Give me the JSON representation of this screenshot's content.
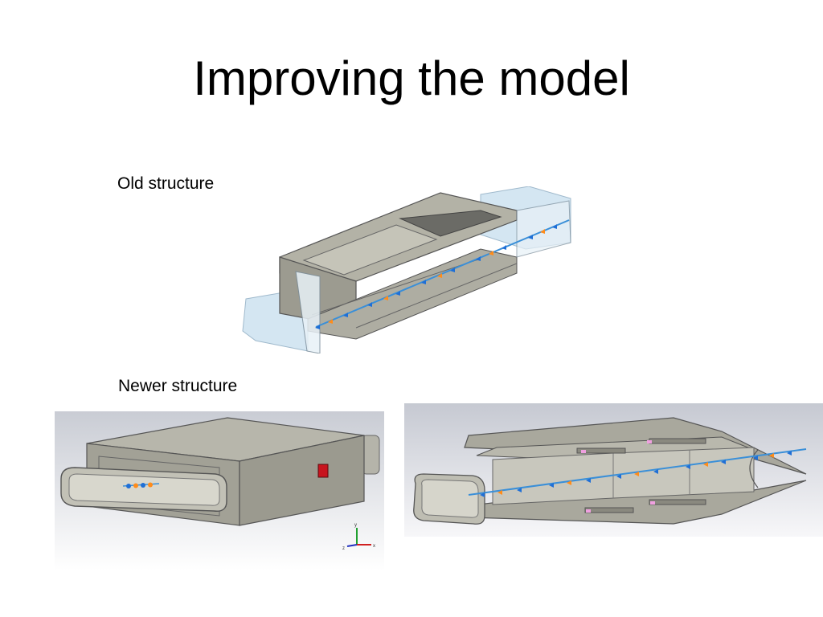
{
  "slide": {
    "title": "Improving the model",
    "old_caption": "Old structure",
    "new_caption": "Newer structure"
  },
  "figures": {
    "old": {
      "icon": "old-structure-render"
    },
    "new_closed": {
      "icon": "newer-structure-closed-render"
    },
    "new_cutaway": {
      "icon": "newer-structure-cutaway-render"
    }
  },
  "axis_triad": {
    "labels": [
      "y",
      "z",
      "x"
    ]
  },
  "colors": {
    "body": "#a9a89d",
    "body_dark": "#8c8b80",
    "waveguide": "#cfe3f0",
    "beam_blue": "#2277dd",
    "beam_orange": "#ff8c1a",
    "port_red": "#c8141e"
  }
}
